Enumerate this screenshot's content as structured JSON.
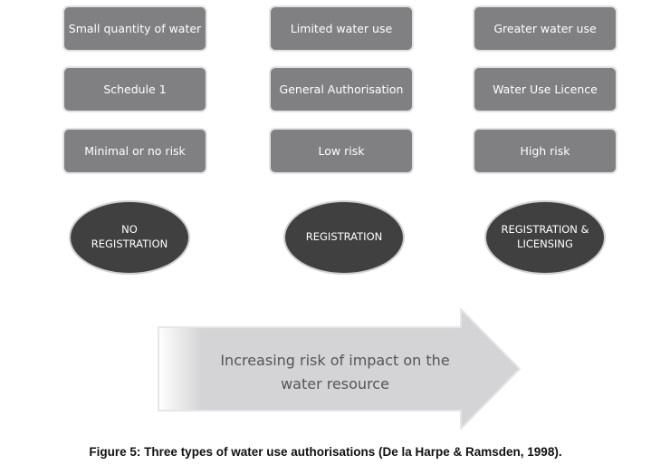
{
  "columns": [
    {
      "boxes": [
        "Small quantity of water",
        "Schedule 1",
        "Minimal or no risk"
      ],
      "outcome": [
        "NO",
        "REGISTRATION"
      ]
    },
    {
      "boxes": [
        "Limited water use",
        "General Authorisation",
        "Low risk"
      ],
      "outcome": [
        "REGISTRATION"
      ]
    },
    {
      "boxes": [
        "Greater water use",
        "Water Use Licence",
        "High risk"
      ],
      "outcome": [
        "REGISTRATION &",
        "LICENSING"
      ]
    }
  ],
  "arrow": {
    "lines": [
      "Increasing risk of impact on the",
      "water resource"
    ]
  },
  "caption": "Figure 5: Three types of water use authorisations (De la Harpe & Ramsden, 1998).",
  "colors": {
    "box": "#808083",
    "ellipse": "#404040",
    "arrow": "#d4d4d6"
  }
}
